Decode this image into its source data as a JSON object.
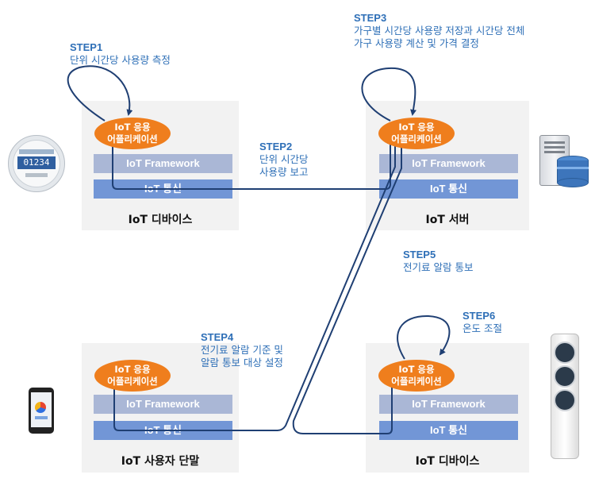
{
  "panels": {
    "device1": {
      "title": "IoT 디바이스",
      "app_line1": "IoT 응용",
      "app_line2": "어플리케이션",
      "framework": "IoT Framework",
      "comm": "IoT 통신"
    },
    "server": {
      "title": "IoT 서버",
      "app_line1": "IoT 응용",
      "app_line2": "어플리케이션",
      "framework": "IoT Framework",
      "comm": "IoT 통신"
    },
    "user": {
      "title": "IoT 사용자 단말",
      "app_line1": "IoT 응용",
      "app_line2": "어플리케이션",
      "framework": "IoT Framework",
      "comm": "IoT 통신"
    },
    "device2": {
      "title": "IoT 디바이스",
      "app_line1": "IoT 응용",
      "app_line2": "어플리케이션",
      "framework": "IoT Framework",
      "comm": "IoT 통신"
    }
  },
  "steps": {
    "s1": {
      "title": "STEP1",
      "desc": [
        "단위 시간당 사용량 측정"
      ]
    },
    "s2": {
      "title": "STEP2",
      "desc": [
        "단위 시간당",
        "사용량 보고"
      ]
    },
    "s3": {
      "title": "STEP3",
      "desc": [
        "가구별 시간당 사용량 저장과 시간당 전체",
        "가구 사용량 계산 및 가격 결정"
      ]
    },
    "s4": {
      "title": "STEP4",
      "desc": [
        "전기료 알람 기준 및",
        "알람 통보 대상 설정"
      ]
    },
    "s5": {
      "title": "STEP5",
      "desc": [
        "전기료 알람 통보"
      ]
    },
    "s6": {
      "title": "STEP6",
      "desc": [
        "온도 조절"
      ]
    }
  },
  "meter": {
    "reading": "01234"
  },
  "colors": {
    "app": "#ef7e1d",
    "framework": "#aab7d6",
    "comm": "#7296d6",
    "step_text": "#2e6fb7",
    "arrow": "#1f3f73"
  }
}
